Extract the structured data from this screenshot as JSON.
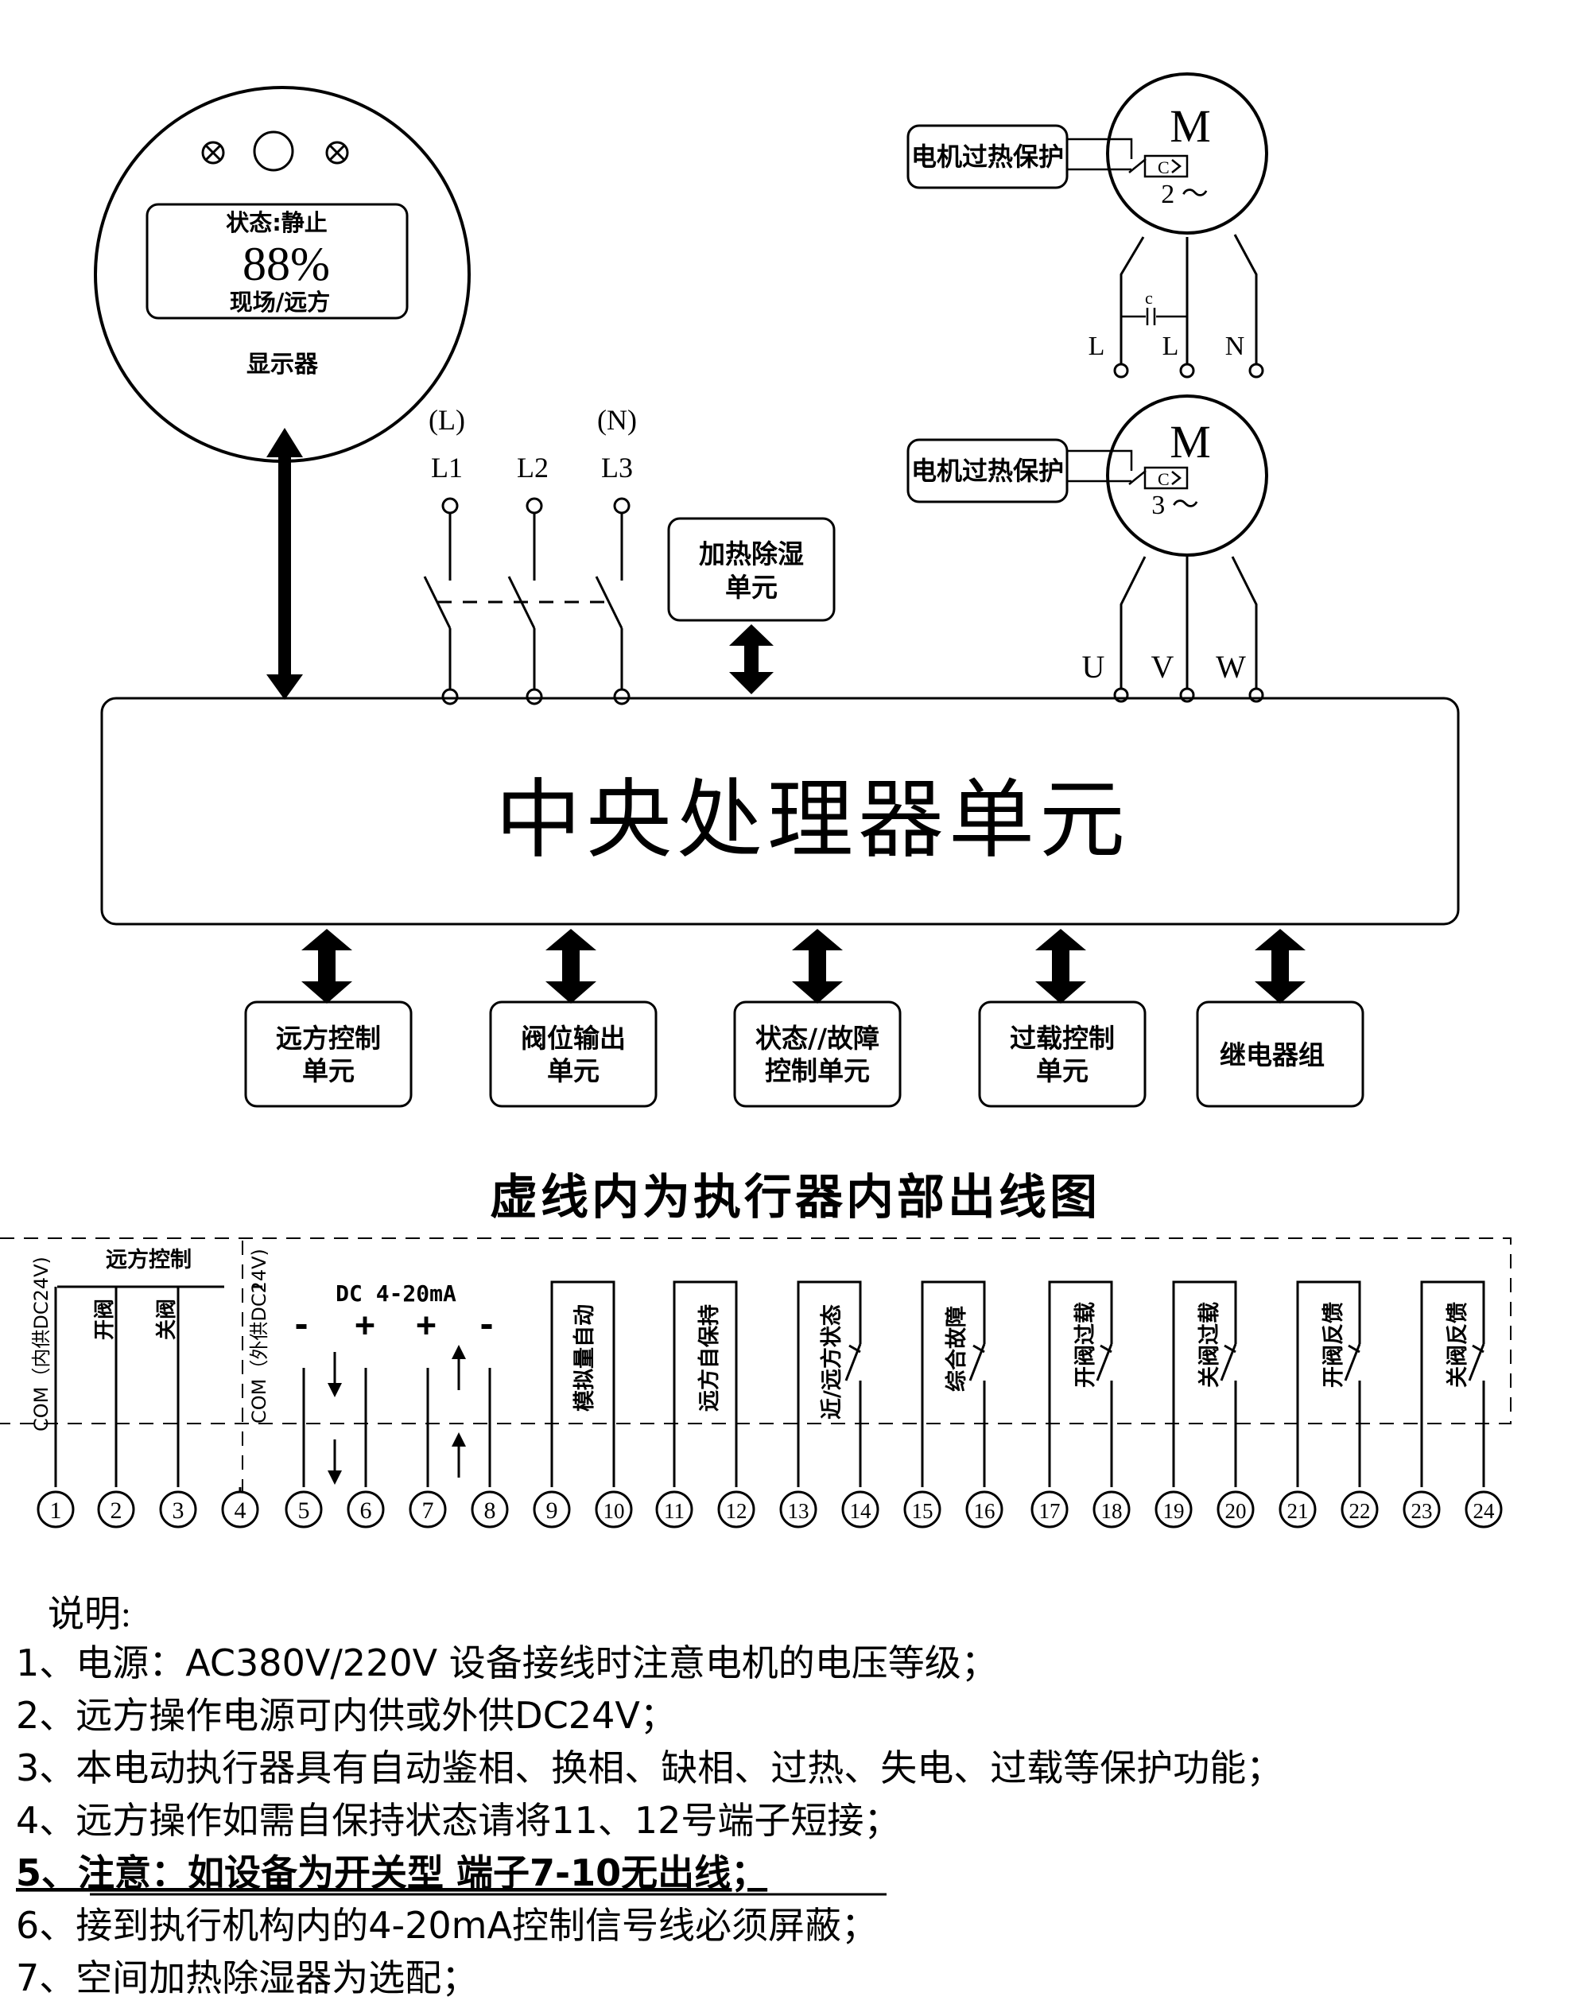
{
  "display": {
    "status": "状态:静止",
    "percent": "88%",
    "mode": "现场/远方",
    "label": "显示器"
  },
  "motor1": {
    "symbol": "M",
    "protection": "电机过热保护",
    "phase": "2 ～",
    "thermal": "C",
    "capacitor": "c",
    "terminals": [
      "L",
      "L",
      "N"
    ]
  },
  "motor2": {
    "symbol": "M",
    "protection": "电机过热保护",
    "phase": "3 ～",
    "thermal": "C",
    "terminals": [
      "U",
      "V",
      "W"
    ]
  },
  "power": {
    "alt": [
      "(L)",
      "(N)"
    ],
    "lines": [
      "L1",
      "L2",
      "L3"
    ]
  },
  "heater": {
    "line1": "加热除湿",
    "line2": "单元"
  },
  "cpu": {
    "label": "中央处理器单元"
  },
  "units": [
    {
      "line1": "远方控制",
      "line2": "单元"
    },
    {
      "line1": "阀位输出",
      "line2": "单元"
    },
    {
      "line1": "状态//故障",
      "line2": "控制单元"
    },
    {
      "line1": "过载控制",
      "line2": "单元"
    },
    {
      "line1": "继电器组",
      "line2": ""
    }
  ],
  "wiring_title": "虚线内为执行器内部出线图",
  "remote_control": "远方控制",
  "dc_label": "DC 4-20mA",
  "vertical_labels": {
    "com_internal": "COM（内供DC24V)",
    "open": "开阀",
    "close": "关阀",
    "com_external": "COM（外供DC24V)",
    "analog_auto": "模拟量自动",
    "remote_hold": "远方自保持",
    "local_remote": "近/远方状态",
    "fault": "综合故障",
    "open_overload": "开阀过载",
    "close_overload": "关阀过载",
    "open_feedback": "开阀反馈",
    "close_feedback": "关阀反馈"
  },
  "signs": [
    "-",
    "+",
    "+",
    "-"
  ],
  "terminals": [
    "1",
    "2",
    "3",
    "4",
    "5",
    "6",
    "7",
    "8",
    "9",
    "10",
    "11",
    "12",
    "13",
    "14",
    "15",
    "16",
    "17",
    "18",
    "19",
    "20",
    "21",
    "22",
    "23",
    "24"
  ],
  "notes": {
    "title": "说明:",
    "items": [
      "1、电源：AC380V/220V 设备接线时注意电机的电压等级；",
      "2、远方操作电源可内供或外供DC24V；",
      "3、本电动执行器具有自动鉴相、换相、缺相、过热、失电、过载等保护功能；",
      "4、远方操作如需自保持状态请将11、12号端子短接；",
      "5、注意：如设备为开关型 端子7-10无出线；",
      "6、接到执行机构内的4-20mA控制信号线必须屏蔽；",
      "7、空间加热除湿器为选配；"
    ]
  }
}
